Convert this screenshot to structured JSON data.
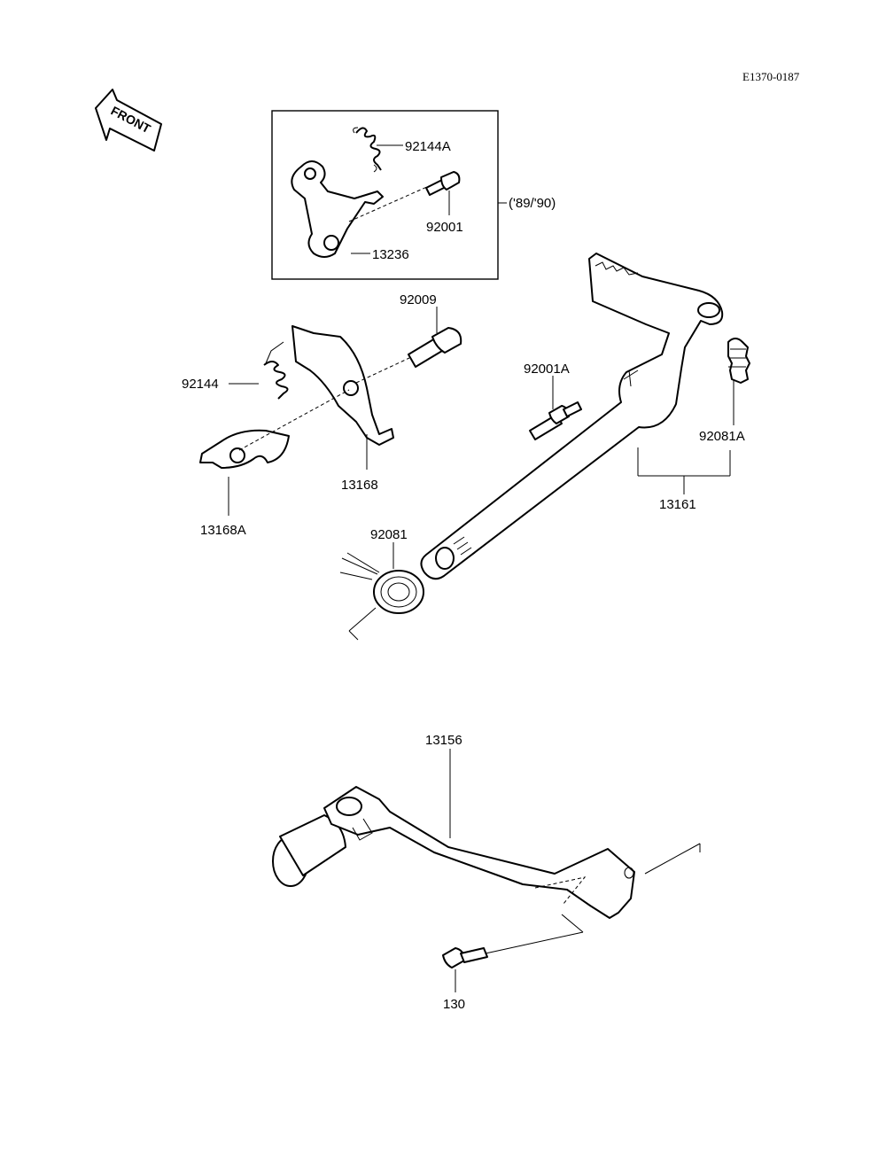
{
  "diagram": {
    "reference_code": "E1370-0187",
    "front_label": "FRONT",
    "inset_note": "('89/'90)",
    "parts": {
      "spring_92144A": "92144A",
      "bolt_92001": "92001",
      "arm_13236": "13236",
      "bolt_92009": "92009",
      "spring_92144": "92144",
      "arm_13168": "13168",
      "arm_13168A": "13168A",
      "pin_92001A": "92001A",
      "spring_92081A": "92081A",
      "shaft_13161": "13161",
      "spring_92081": "92081",
      "pedal_13156": "13156",
      "bolt_130": "130"
    }
  }
}
